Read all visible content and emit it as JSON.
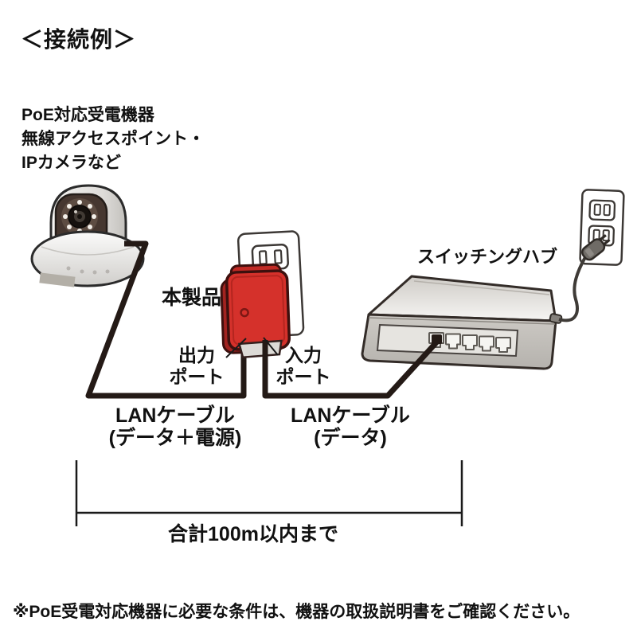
{
  "title": "＜接続例＞",
  "labels": {
    "powered_device": [
      "PoE対応受電機器",
      "無線アクセスポイント・",
      "IPカメラなど"
    ],
    "product": "本製品",
    "output_port": [
      "出力",
      "ポート"
    ],
    "input_port": [
      "入力",
      "ポート"
    ],
    "switching_hub": "スイッチングハブ",
    "lan_cable_power": [
      "LANケーブル",
      "(データ＋電源)"
    ],
    "lan_cable_data": [
      "LANケーブル",
      "(データ)"
    ],
    "total_length": "合計100m以内まで",
    "footnote": "※PoE受電対応機器に必要な条件は、機器の取扱説明書をご確認ください。"
  },
  "colors": {
    "product_red": "#d5312b",
    "product_red_dark": "#a22320",
    "cable_dark": "#241a16",
    "line_black": "#1a1a1a",
    "text": "#111111"
  },
  "illustrations": [
    "ip-camera",
    "product-poe-injector",
    "wall-outlet-product",
    "switching-hub",
    "wall-outlet-hub",
    "power-plug",
    "lan-cable-data-power",
    "lan-cable-data",
    "length-bracket"
  ]
}
